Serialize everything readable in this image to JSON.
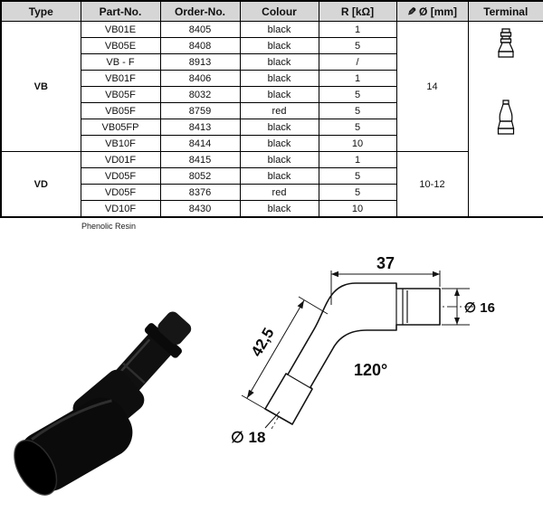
{
  "table": {
    "headers": {
      "type": "Type",
      "part": "Part-No.",
      "order": "Order-No.",
      "colour": "Colour",
      "resistance": "R [kΩ]",
      "diameter": "Ø [mm]",
      "terminal": "Terminal"
    },
    "groups": [
      {
        "type": "VB",
        "diameter": "14",
        "rows": [
          {
            "part": "VB01E",
            "order": "8405",
            "colour": "black",
            "r": "1"
          },
          {
            "part": "VB05E",
            "order": "8408",
            "colour": "black",
            "r": "5"
          },
          {
            "part": "VB - F",
            "order": "8913",
            "colour": "black",
            "r": "/"
          },
          {
            "part": "VB01F",
            "order": "8406",
            "colour": "black",
            "r": "1"
          },
          {
            "part": "VB05F",
            "order": "8032",
            "colour": "black",
            "r": "5"
          },
          {
            "part": "VB05F",
            "order": "8759",
            "colour": "red",
            "r": "5"
          },
          {
            "part": "VB05FP",
            "order": "8413",
            "colour": "black",
            "r": "5"
          },
          {
            "part": "VB10F",
            "order": "8414",
            "colour": "black",
            "r": "10"
          }
        ]
      },
      {
        "type": "VD",
        "diameter": "10-12",
        "rows": [
          {
            "part": "VD01F",
            "order": "8415",
            "colour": "black",
            "r": "1"
          },
          {
            "part": "VD05F",
            "order": "8052",
            "colour": "black",
            "r": "5"
          },
          {
            "part": "VD05F",
            "order": "8376",
            "colour": "red",
            "r": "5"
          },
          {
            "part": "VD10F",
            "order": "8430",
            "colour": "black",
            "r": "10"
          }
        ]
      }
    ],
    "footnote": "Phenolic Resin"
  },
  "diagram": {
    "dim_top": "37",
    "dim_diagonal": "42,5",
    "dim_tip": "∅ 16",
    "angle": "120°",
    "dim_boot": "∅ 18"
  },
  "icons": {
    "pencil": "✎"
  }
}
